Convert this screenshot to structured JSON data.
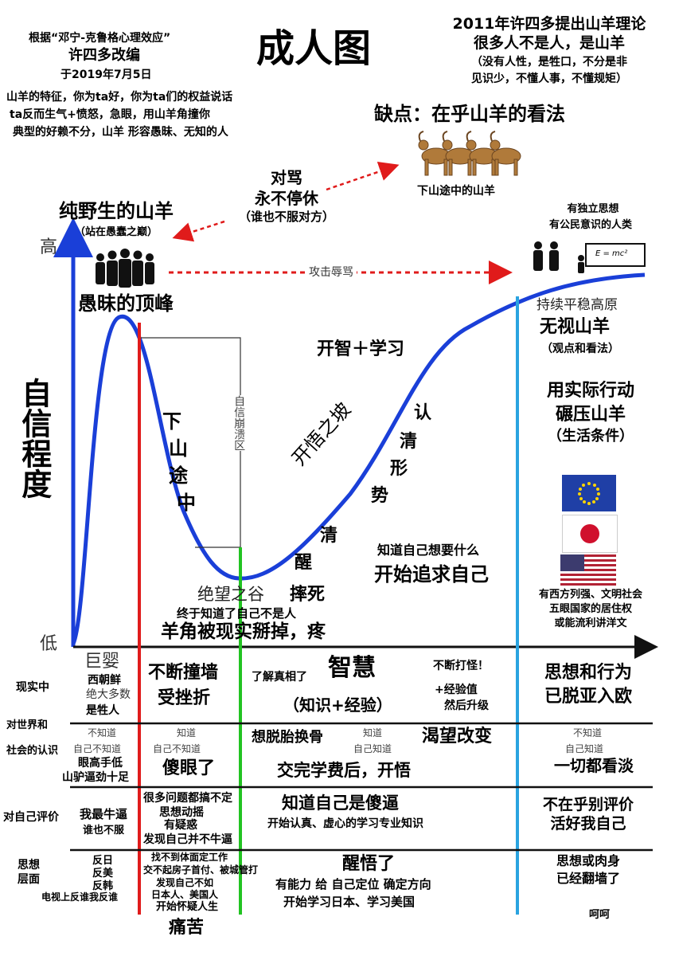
{
  "header": {
    "source_line": "根据“邓宁-克鲁格心理效应”",
    "editor": "许四多改编",
    "date": "于2019年7月5日",
    "title": "成人图",
    "theory_title": "2011年许四多提出山羊理论",
    "theory_sub": "很多人不是人，是山羊",
    "theory_note1": "（没有人性，是牲口，不分是非",
    "theory_note2": "见识少，不懂人事，不懂规矩）",
    "traits": [
      "山羊的特征，你为ta好，你为ta们的权益说话",
      "ta反而生气+愤怒，急眼，用山羊角撞你",
      "典型的好赖不分，山羊 形容愚昧、无知的人"
    ],
    "flaw": "缺点：在乎山羊的看法",
    "goats_caption": "下山途中的山羊"
  },
  "annotations": {
    "quarrel": [
      "对骂",
      "永不停休",
      "（谁也不服对方）"
    ],
    "wild_goat": "纯野生的山羊",
    "wild_goat_sub": "（站在愚蠢之巅）",
    "peak": "愚昧的顶峰",
    "attack": "攻击辱骂",
    "independent": [
      "有独立思想",
      "有公民意识的人类"
    ],
    "formula": "E = mc²",
    "plateau": "持续平稳高原",
    "ignore_goats": "无视山羊",
    "ignore_goats_sub": "（观点和看法）",
    "crush": [
      "用实际行动",
      "碾压山羊",
      "（生活条件）"
    ],
    "wisdom_learn": "开智＋学习",
    "slope": "开悟之坡",
    "see_clearly": [
      "认",
      "清",
      "形",
      "势"
    ],
    "sober": [
      "清",
      "醒"
    ],
    "want": "知道自己想要什么",
    "pursue": "开始追求自己",
    "downhill": [
      "下",
      "山",
      "途",
      "中"
    ],
    "collapse_zone": "自信崩溃区",
    "valley": "绝望之谷",
    "fall": "摔死",
    "realize": "终于知道了自己不是人",
    "horn": "羊角被现实掰掉，疼",
    "west": [
      "有西方列强、文明社会",
      "五眼国家的居住权",
      "或能流利讲洋文"
    ]
  },
  "axes": {
    "y_label": "自信程度",
    "high": "高",
    "low": "低"
  },
  "rows": {
    "reality": "现实中",
    "world1": "对世界和",
    "world2": "社会的认识",
    "self_eval": "对自己评价",
    "thought1": "思想",
    "thought2": "层面"
  },
  "cells": {
    "c1_reality": [
      "巨婴",
      "西朝鲜",
      "绝大多数",
      "是牲人"
    ],
    "c2_reality": [
      "不断撞墙",
      "受挫折"
    ],
    "c3_reality_know": "了解真相了",
    "c3_reality_wisdom": "智慧",
    "c3_reality_ke": "（知识+经验）",
    "c3_reality_fight": "不断打怪！",
    "c3_reality_exp": [
      "+经验值",
      "然后升级"
    ],
    "c4_reality": [
      "思想和行为",
      "已脱亚入欧"
    ],
    "c1_world_small": [
      "不知道",
      "自己不知道"
    ],
    "c1_world": [
      "眼高手低",
      "山驴逼劲十足"
    ],
    "c2_world_small": [
      "知道",
      "自己不知道"
    ],
    "c2_world": "傻眼了",
    "c3_world_rebirth": "想脱胎换骨",
    "c3_world_small": [
      "知道",
      "自己知道"
    ],
    "c3_world_change": "渴望改变",
    "c3_world_tuition": "交完学费后，开悟",
    "c4_world_small": [
      "不知道",
      "自己知道"
    ],
    "c4_world": "一切都看淡",
    "c1_self": [
      "我最牛逼",
      "谁也不服"
    ],
    "c2_self": [
      "很多问题都搞不定",
      "思想动摇",
      "有疑惑",
      "发现自己并不牛逼"
    ],
    "c3_self": "知道自己是傻逼",
    "c3_self_sub": "开始认真、虚心的学习专业知识",
    "c4_self": [
      "不在乎别评价",
      "活好我自己"
    ],
    "c1_thought": [
      "反日",
      "反美",
      "反韩"
    ],
    "c1_thought_tv": "电视上反谁我反谁",
    "c2_thought": [
      "找不到体面定工作",
      "交不起房子首付、被城管打",
      "发现自己不如",
      "日本人、美国人",
      "开始怀疑人生"
    ],
    "c2_thought_pain": "痛苦",
    "c3_thought": "醒悟了",
    "c3_thought_sub": [
      "有能力 给 自己定位 确定方向",
      "开始学习日本、学习美国"
    ],
    "c4_thought": [
      "思想或肉身",
      "已经翻墙了"
    ],
    "c4_thought_end": "呵呵"
  },
  "colors": {
    "curve": "#1a3fd8",
    "axis": "#1a3fd8",
    "red_divider": "#e01b1b",
    "green_divider": "#22c322",
    "blue_divider": "#2aa3e0",
    "arrow_red": "#e01b1b"
  }
}
